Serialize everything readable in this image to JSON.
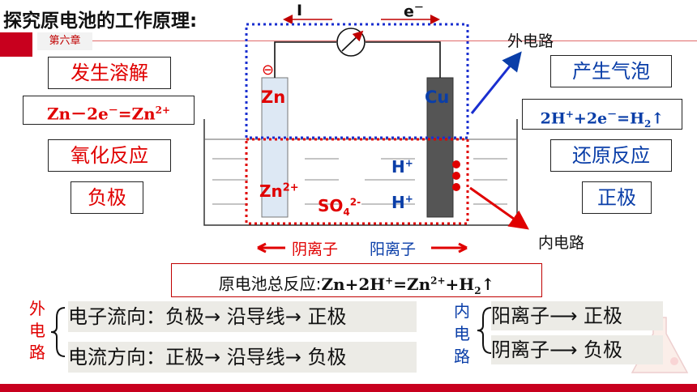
{
  "header": {
    "title": "探究原电池的工作原理:",
    "chapter": "第六章"
  },
  "left": {
    "dissolve": "发生溶解",
    "equation": {
      "a": "Zn－2e",
      "sup1": "－",
      "b": "=Zn",
      "sup2": "2+"
    },
    "oxidation": "氧化反应",
    "negative": "负极"
  },
  "right": {
    "bubbles": "产生气泡",
    "equation": {
      "a": "2H",
      "sup1": "+",
      "b": "+2e",
      "sup2": "－",
      "c": "=H",
      "sub": "2",
      "d": "↑"
    },
    "reduction": "还原反应",
    "positive": "正极"
  },
  "diagram": {
    "current_label": "I",
    "electron_label": "e",
    "electron_sup": "－",
    "external_circuit": "外电路",
    "internal_circuit": "内电路",
    "minus_sign": "⊖",
    "zn": "Zn",
    "cu": "Cu",
    "h_ion_1": "H",
    "h_ion_2": "H",
    "h_sup": "+",
    "zn_ion": "Zn",
    "zn_sup": "2+",
    "so4": "SO",
    "so4_sub": "4",
    "so4_sup": "2-",
    "anion_label": "阴离子",
    "cation_label": "阳离子"
  },
  "total_reaction": {
    "label": "原电池总反应:",
    "a": "Zn+2H",
    "sup1": "+",
    "b": "=Zn",
    "sup2": "2+",
    "c": "+H",
    "sub": "2",
    "d": "↑"
  },
  "external": {
    "vertical_label": [
      "外",
      "电",
      "路"
    ],
    "electron_flow": "电子流向：负极",
    "electron_flow_mid": "沿导线",
    "electron_flow_end": "正极",
    "current_flow": "电流方向：正极",
    "current_flow_mid": "沿导线",
    "current_flow_end": "负极"
  },
  "internal": {
    "vertical_label": [
      "内",
      "电",
      "路"
    ],
    "cation": "阳离子",
    "cation_end": "正极",
    "anion": "阴离子",
    "anion_end": "负极"
  },
  "colors": {
    "red": "#e00000",
    "blue": "#0a3ea8",
    "accent_bar": "#c8001e"
  }
}
